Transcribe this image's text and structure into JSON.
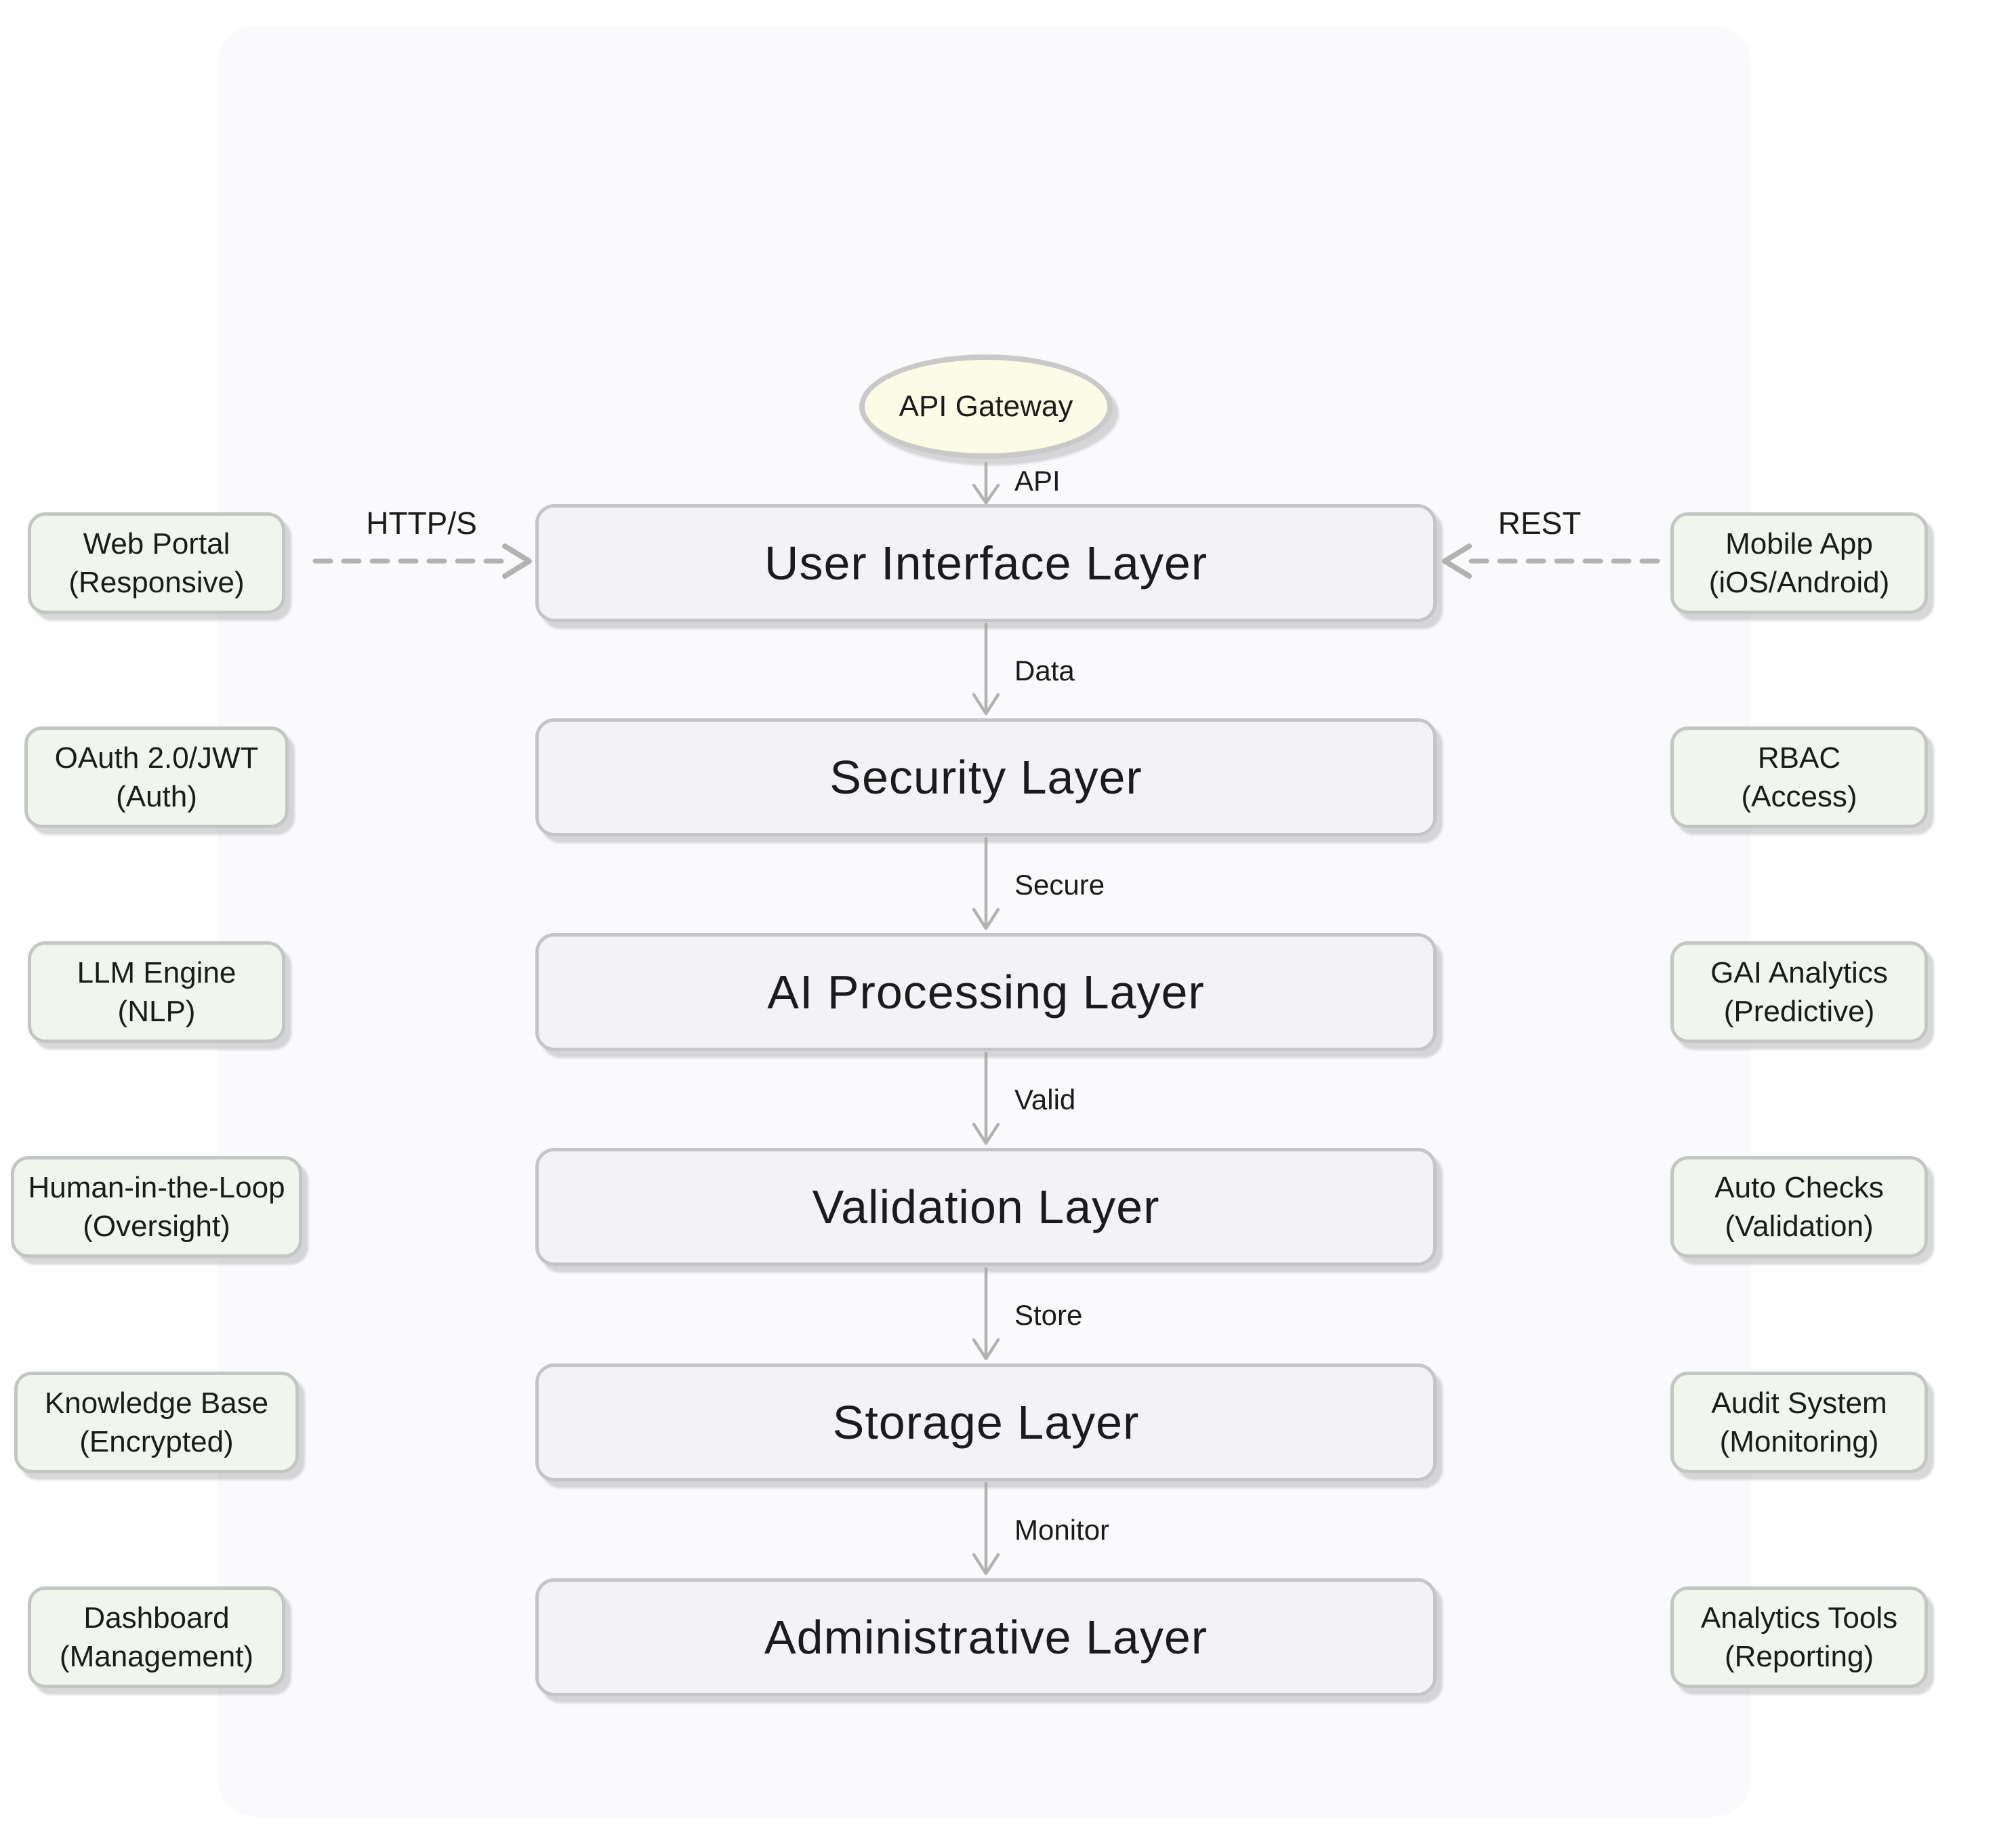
{
  "gateway": {
    "label": "API Gateway"
  },
  "flows": {
    "api": "API",
    "data": "Data",
    "secure": "Secure",
    "valid": "Valid",
    "store": "Store",
    "monitor": "Monitor"
  },
  "side_flows": {
    "left": "HTTP/S",
    "right": "REST"
  },
  "rows": [
    {
      "left1": "Web Portal",
      "left2": "(Responsive)",
      "layer": "User Interface Layer",
      "right1": "Mobile App",
      "right2": "(iOS/Android)"
    },
    {
      "left1": "OAuth 2.0/JWT",
      "left2": "(Auth)",
      "layer": "Security Layer",
      "right1": "RBAC",
      "right2": "(Access)"
    },
    {
      "left1": "LLM Engine",
      "left2": "(NLP)",
      "layer": "AI Processing Layer",
      "right1": "GAI Analytics",
      "right2": "(Predictive)"
    },
    {
      "left1": "Human-in-the-Loop",
      "left2": "(Oversight)",
      "layer": "Validation Layer",
      "right1": "Auto Checks",
      "right2": "(Validation)"
    },
    {
      "left1": "Knowledge Base",
      "left2": "(Encrypted)",
      "layer": "Storage Layer",
      "right1": "Audit System",
      "right2": "(Monitoring)"
    },
    {
      "left1": "Dashboard",
      "left2": "(Management)",
      "layer": "Administrative Layer",
      "right1": "Analytics Tools",
      "right2": "(Reporting)"
    }
  ],
  "theme": {
    "panel-fill": "#fafafd",
    "layer-fill": "#f2f2f7",
    "layer-border": "#c5c5c9",
    "side-fill": "#f0f6ed",
    "side-border": "#c3c7c3",
    "ellipse-fill": "#fcfce6",
    "ellipse-border": "#c9c9c9",
    "arrow-color": "#b2b2b2",
    "text-color": "#1b1b1b"
  }
}
